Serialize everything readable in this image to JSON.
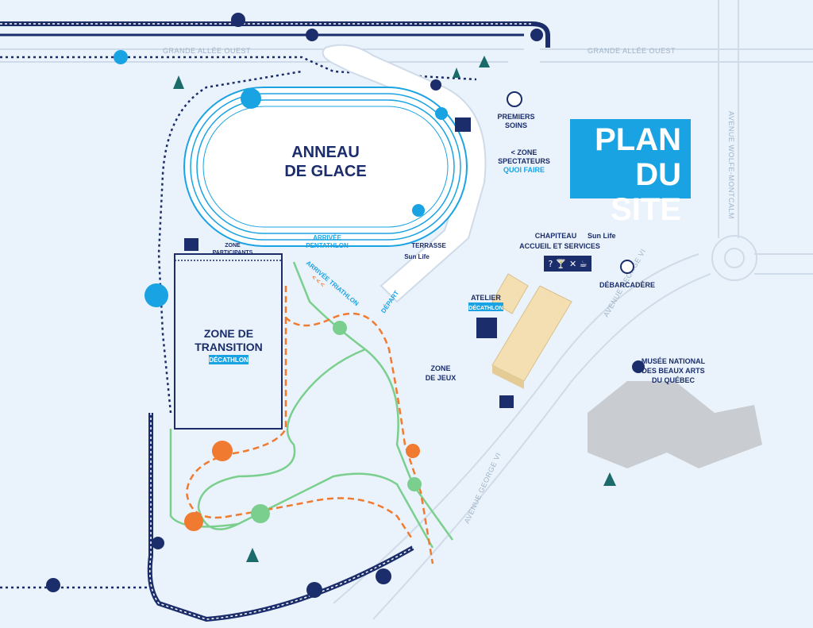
{
  "title": {
    "line1": "PLAN",
    "line2": "DU SITE"
  },
  "rink": {
    "line1": "ANNEAU",
    "line2": "DE GLACE"
  },
  "roads": {
    "grande_allee_left": "GRANDE ALLÉE OUEST",
    "grande_allee_right": "GRANDE ALLÉE OUEST",
    "wolfe_montcalm": "AVENUE WOLFE-MONTCALM",
    "george_vi_lower": "AVENUE GEORGE VI",
    "george_vi_upper": "AVENUE GEORGE VI"
  },
  "labels": {
    "premiers_soins": [
      "PREMIERS",
      "SOINS"
    ],
    "zone_spectateurs": [
      "< ZONE",
      "SPECTATEURS",
      "QUOI FAIRE"
    ],
    "chapiteau": [
      "CHAPITEAU",
      "Sun Life",
      "ACCUEIL ET SERVICES"
    ],
    "debarcadere": "DÉBARCADÈRE",
    "atelier": [
      "ATELIER",
      "DÉCATHLON"
    ],
    "terrasse": [
      "TERRASSE",
      "Sun Life"
    ],
    "arrivee_pentathlon": [
      "ARRIVÉE",
      "PENTATHLON"
    ],
    "arrivee_triathlon": "ARRIVÉE TRIATHLON",
    "triathlon_arrows": "< < <",
    "depart": "DÉPART",
    "zone_participants": [
      "ZONE",
      "PARTICIPANTS"
    ],
    "zone_transition": [
      "ZONE DE",
      "TRANSITION"
    ],
    "decathlon": "DÉCATHLON",
    "zone_jeux": [
      "ZONE",
      "DE JEUX"
    ],
    "musee": [
      "MUSÉE NATIONAL",
      "DES BEAUX ARTS",
      "DU QUÉBEC"
    ],
    "services_icons": "?  🍸  ✕  ☕"
  },
  "colors": {
    "navy": "#1b2d6b",
    "sky": "#1aa3e3",
    "ski_green": "#7bcf8e",
    "snowshoe_orange": "#f07a30",
    "road": "#cfdbe8",
    "background": "#eaf3fb"
  }
}
